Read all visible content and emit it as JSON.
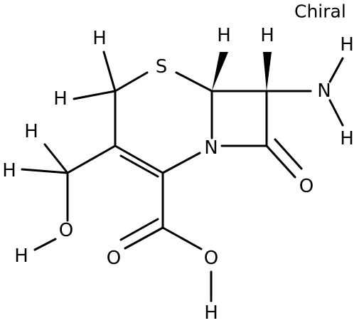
{
  "chirality_label": "Chiral",
  "atoms": {
    "sulfur": "S",
    "nitrogen_ring": "N",
    "nitrogen_amine": "N",
    "oxygen_carbonyl_ring": "O",
    "oxygen_carbonyl_acid": "O",
    "oxygen_hydroxyl_acid": "O",
    "oxygen_hydroxyl_alcohol": "O",
    "h_ch2_top": "H",
    "h_ch2_left": "H",
    "h_bridgehead": "H",
    "h_alpha": "H",
    "h_amine_top": "H",
    "h_amine_bottom": "H",
    "h_ch2oh_top": "H",
    "h_ch2oh_left": "H",
    "h_alcohol": "H",
    "h_acid": "H"
  }
}
